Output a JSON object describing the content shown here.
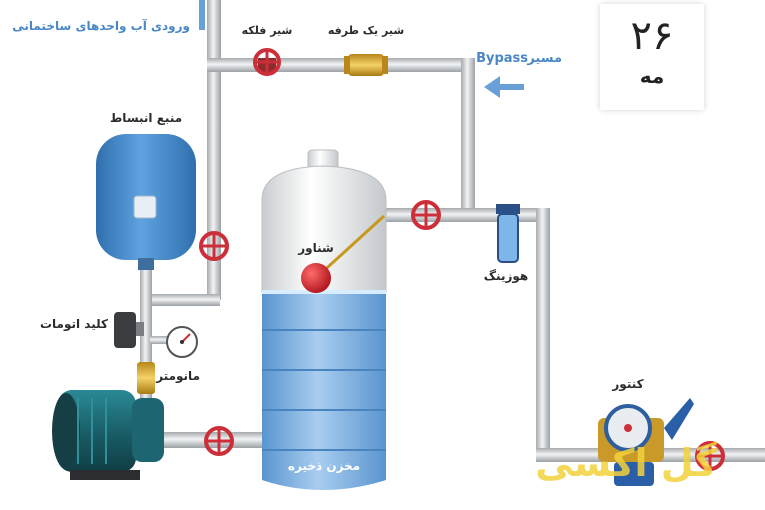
{
  "date_badge": {
    "day": "۲۶",
    "month": "مه"
  },
  "labels": {
    "inlet": "ورودی آب واحدهای ساختمانی",
    "valve_top": "شیر فلکه",
    "check_valve": "شیر یک طرفه",
    "bypass_path": "مسیر",
    "bypass_word": "Bypass",
    "expansion_tank": "منبع انبساط",
    "float": "شناور",
    "strainer": "هوزینگ",
    "auto_switch": "کلید اتومات",
    "manometer": "مانومتر",
    "storage_tank": "مخزن ذخیره",
    "meter": "کنتور"
  },
  "watermark": "گل اکسی",
  "colors": {
    "pipe": "#d8dadc",
    "pipe_edge": "#9ea3a8",
    "valve": "#cc2f3a",
    "tank_blue": "#4b8fd0",
    "water": "#7fb3e6",
    "brass": "#d9a826",
    "pump": "#1f6f7a",
    "arrow": "#6aa0d8"
  }
}
